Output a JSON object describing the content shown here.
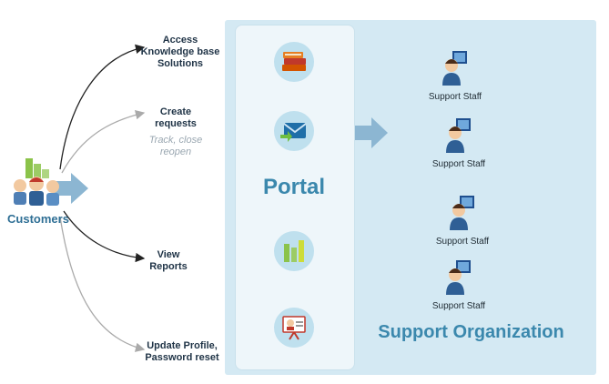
{
  "customers": {
    "label": "Customers",
    "icon": "customers-group-icon"
  },
  "actions": [
    {
      "id": "knowledge",
      "label": "Access\nKnowledge base\nSolutions",
      "icon": "books-icon"
    },
    {
      "id": "requests",
      "label": "Create\nrequests",
      "sublabel": "Track, close\nreopen",
      "icon": "email-icon"
    },
    {
      "id": "reports",
      "label": "View\nReports",
      "icon": "bar-chart-icon"
    },
    {
      "id": "profile",
      "label": "Update Profile,\nPassword reset",
      "icon": "profile-board-icon"
    }
  ],
  "portal": {
    "title": "Portal"
  },
  "organization": {
    "title": "Support Organization",
    "staff": [
      {
        "name": "Support Staff",
        "icon": "support-staff-icon"
      },
      {
        "name": "Support Staff",
        "icon": "support-staff-icon"
      },
      {
        "name": "Support Staff",
        "icon": "support-staff-icon"
      },
      {
        "name": "Support Staff",
        "icon": "support-staff-icon"
      }
    ]
  },
  "colors": {
    "panel_bg": "#d4e9f3",
    "portal_bg": "#eef6fa",
    "title_blue": "#3b88ad",
    "arrow_blue": "#8cb6d2"
  }
}
